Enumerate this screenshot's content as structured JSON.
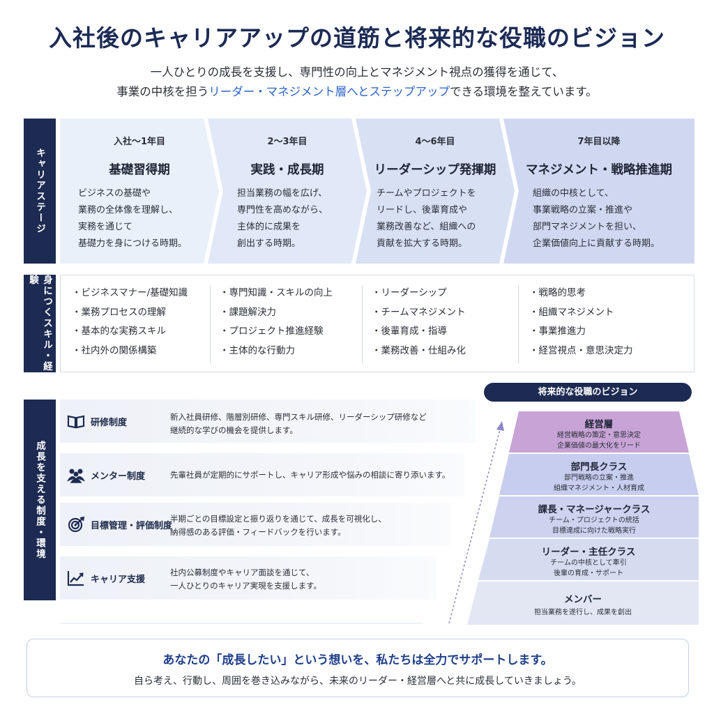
{
  "title": "入社後のキャリアアップの道筋と将来的な役職のビジョン",
  "subtitle": {
    "line1": "一人ひとりの成長を支援し、専門性の向上とマネジメント視点の獲得を通じて、",
    "line2_before": "事業の中核を担う",
    "line2_highlight": "リーダー・マネジメント層へとステップアップ",
    "line2_after": "できる環境を整えています。"
  },
  "section_labels": {
    "career_stage": "キャリアステージ",
    "skills": "身につくスキル・経験",
    "support": "成長を支える制度・環境"
  },
  "stages": [
    {
      "period": "入社〜1年目",
      "name": "基礎習得期",
      "desc": "ビジネスの基礎や\n業務の全体像を理解し、\n実務を通じて\n基礎力を身につける時期。"
    },
    {
      "period": "2〜3年目",
      "name": "実践・成長期",
      "desc": "担当業務の幅を広げ、\n専門性を高めながら、\n主体的に成果を\n創出する時期。"
    },
    {
      "period": "4〜6年目",
      "name": "リーダーシップ発揮期",
      "desc": "チームやプロジェクトを\nリードし、後輩育成や\n業務改善など、組織への\n貢献を拡大する時期。"
    },
    {
      "period": "7年目以降",
      "name": "マネジメント・戦略推進期",
      "desc": "組織の中核として、\n事業戦略の立案・推進や\n部門マネジメントを担い、\n企業価値向上に貢献する時期。"
    }
  ],
  "skills": [
    [
      "・ビジネスマナー/基礎知識",
      "・業務プロセスの理解",
      "・基本的な実務スキル",
      "・社内外の関係構築"
    ],
    [
      "・専門知識・スキルの向上",
      "・課題解決力",
      "・プロジェクト推進経験",
      "・主体的な行動力"
    ],
    [
      "・リーダーシップ",
      "・チームマネジメント",
      "・後輩育成・指導",
      "・業務改善・仕組み化"
    ],
    [
      "・戦略的思考",
      "・組織マネジメント",
      "・事業推進力",
      "・経営視点・意思決定力"
    ]
  ],
  "support": [
    {
      "icon": "book-icon",
      "label": "研修制度",
      "text": "新入社員研修、階層別研修、専門スキル研修、リーダーシップ研修など\n継続的な学びの機会を提供します。"
    },
    {
      "icon": "people-icon",
      "label": "メンター制度",
      "text": "先輩社員が定期的にサポートし、キャリア形成や悩みの相談に寄り添います。"
    },
    {
      "icon": "target-icon",
      "label": "目標管理・評価制度",
      "text": "半期ごとの目標設定と振り返りを通じて、成長を可視化し、\n納得感のある評価・フィードバックを行います。"
    },
    {
      "icon": "growth-chart-icon",
      "label": "キャリア支援",
      "text": "社内公募制度やキャリア面談を通じて、\n一人ひとりのキャリア実現を支援します。"
    }
  ],
  "vision": {
    "title": "将来的な役職のビジョン",
    "tiers": [
      {
        "name": "経営層",
        "desc": "経営戦略の策定・意思決定\n企業価値の最大化をリード",
        "color": "#c7a3d6"
      },
      {
        "name": "部門長クラス",
        "desc": "部門戦略の立案・推進\n組織マネジメント・人材育成",
        "color": "#c7cdee"
      },
      {
        "name": "課長・マネージャークラス",
        "desc": "チーム・プロジェクトの統括\n目標達成に向けた戦略実行",
        "color": "#cdd3ef"
      },
      {
        "name": "リーダー・主任クラス",
        "desc": "チームの中核として牽引\n後輩の育成・サポート",
        "color": "#d6dcf0"
      },
      {
        "name": "メンバー",
        "desc": "担当業務を遂行し、成果を創出",
        "color": "#e3e7f4"
      }
    ]
  },
  "footer": {
    "line1": "あなたの「成長したい」という想いを、私たちは全力でサポートします。",
    "line2": "自ら考え、行動し、周囲を巻き込みながら、未来のリーダー・経営層へと共に成長していきましょう。"
  }
}
